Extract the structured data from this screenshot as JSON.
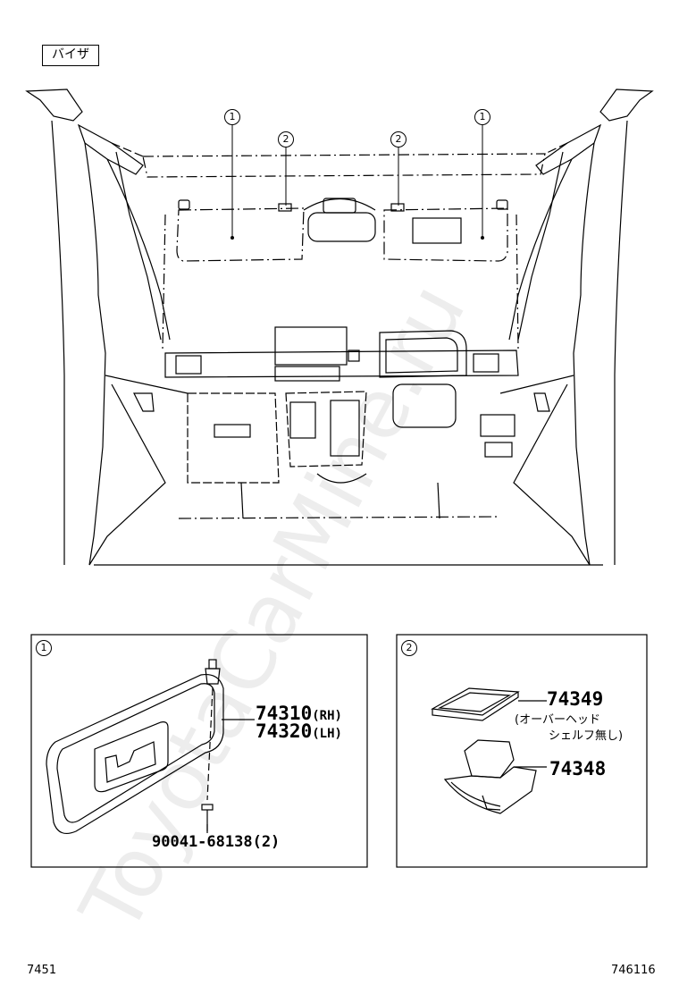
{
  "header": {
    "category_label": "バイザ"
  },
  "overview": {
    "callout_1": "1",
    "callout_2": "2"
  },
  "panel_1": {
    "callout": "1",
    "part_a_number": "74310",
    "part_a_side": "(RH)",
    "part_b_number": "74320",
    "part_b_side": "(LH)",
    "screw_part": "90041-68138(2)"
  },
  "panel_2": {
    "callout": "2",
    "part_a_number": "74349",
    "part_a_note_line1": "(オーバーヘッド",
    "part_a_note_line2": "シェルフ無し)",
    "part_b_number": "74348"
  },
  "footer": {
    "left_code": "7451",
    "right_code": "746116"
  },
  "watermark": "ToyotaCarMine.ru"
}
